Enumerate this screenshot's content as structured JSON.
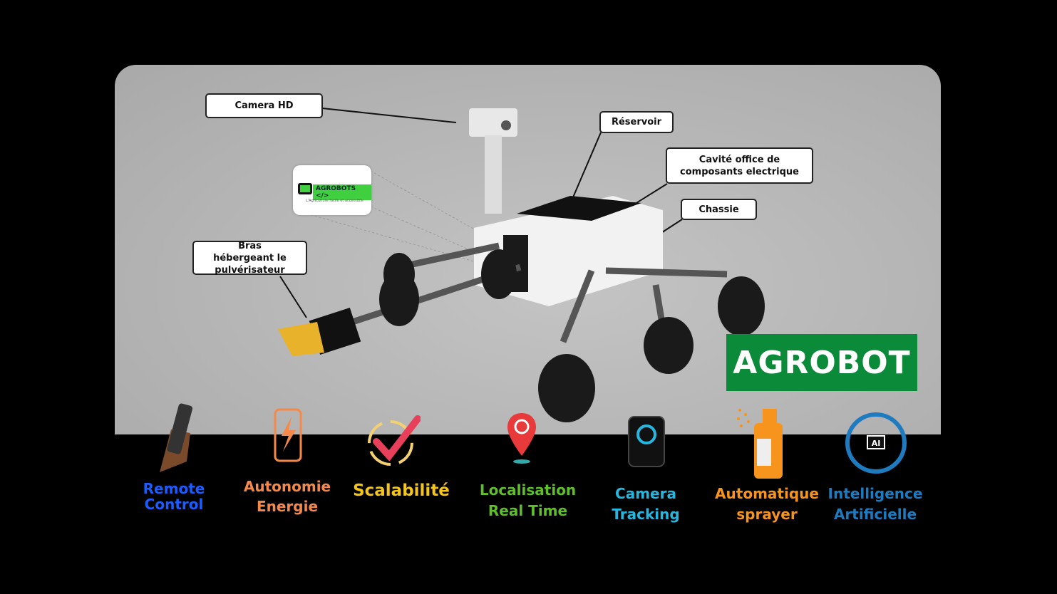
{
  "callouts": {
    "camera": "Camera HD",
    "reservoir": "Réservoir",
    "cavity": "Cavité office de composants electrique",
    "chassis": "Chassie",
    "arm": "Bras hébergeant le pulvérisateur"
  },
  "logo": {
    "text": "AGROBOTS </>",
    "subtitle": "L'Agriculture facile et accessible"
  },
  "brand": "AGROBOT",
  "features": [
    {
      "label": "Remote Control",
      "icon": "remote-control-icon",
      "color": "#1a5cff"
    },
    {
      "label": "Autonomie Energie",
      "icon": "battery-bolt-icon",
      "color": "#f5894a"
    },
    {
      "label": "Scalabilité",
      "icon": "cycle-check-icon",
      "color": "#f5c518"
    },
    {
      "label": "Localisation Real Time",
      "icon": "map-pin-icon",
      "color": "#5fbf2a"
    },
    {
      "label": "Camera Tracking",
      "icon": "camera-icon",
      "color": "#27b6e0"
    },
    {
      "label": "Automatique sprayer",
      "icon": "spray-bottle-icon",
      "color": "#f7941d"
    },
    {
      "label": "Intelligence Artificielle",
      "icon": "ai-brain-icon",
      "color": "#1e7bbf"
    }
  ]
}
